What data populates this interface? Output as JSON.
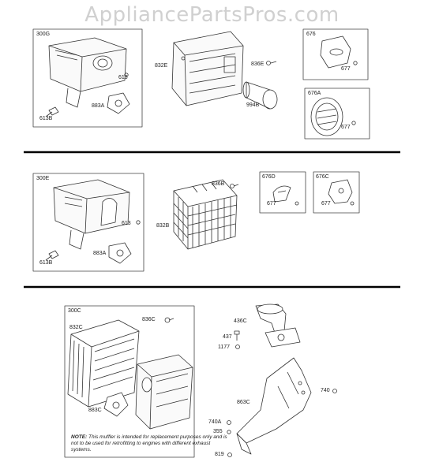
{
  "watermark": "AppliancePartsPros.com",
  "boxes": {
    "b300G": "300G",
    "b676": "676",
    "b676A": "676A",
    "b300E": "300E",
    "b676D": "676D",
    "b676C": "676C",
    "b300C": "300C"
  },
  "labels": {
    "p613_a": "613",
    "p883A_a": "883A",
    "p613B_a": "613B",
    "p832E": "832E",
    "p836E": "836E",
    "p994B": "994B",
    "p677_a": "677",
    "p677_b": "677",
    "p613_b": "613",
    "p883A_b": "883A",
    "p613B_b": "613B",
    "p836B": "836B",
    "p832B": "832B",
    "p677_c": "677",
    "p677_d": "677",
    "p832C": "832C",
    "p836C": "836C",
    "p883C": "883C",
    "p436C": "436C",
    "p437": "437",
    "p1177": "1177",
    "p863C": "863C",
    "p740": "740",
    "p740A": "740A",
    "p355": "355",
    "p819": "819"
  },
  "note": {
    "heading": "NOTE:",
    "body": "This muffler is intended for replacement purposes only and is not to be used for retrofitting to engines with different exhaust systems."
  }
}
